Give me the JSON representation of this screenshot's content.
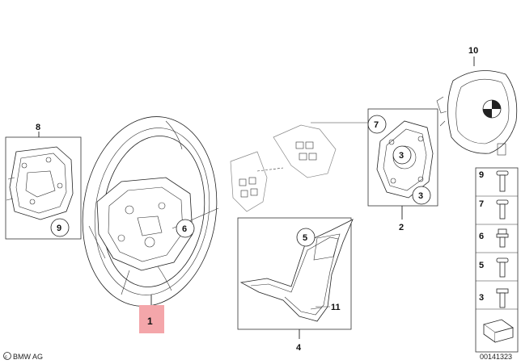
{
  "callouts": {
    "c1": "1",
    "c2": "2",
    "c3a": "3",
    "c3b": "3",
    "c4": "4",
    "c5": "5",
    "c6": "6",
    "c7": "7",
    "c8": "8",
    "c9": "9",
    "c10": "10",
    "c11": "11"
  },
  "fasteners": [
    "9",
    "7",
    "6",
    "5",
    "3"
  ],
  "footer": {
    "brand": "BMW AG",
    "code": "00141323"
  },
  "colors": {
    "highlight": "#f4a6aa",
    "line": "#222222"
  }
}
